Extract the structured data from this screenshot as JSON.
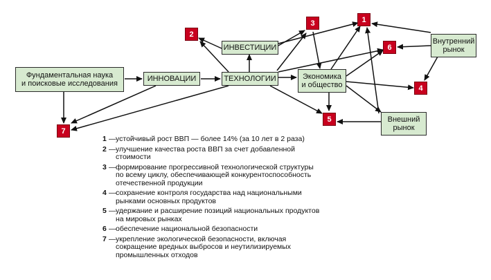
{
  "nodes": {
    "fundamental": "Фундаментальная наука\nи поисковые исследования",
    "innovations": "ИННОВАЦИИ",
    "investments": "ИНВЕСТИЦИИ",
    "technologies": "ТЕХНОЛОГИИ",
    "economy": "Экономика\nи общество",
    "internal_market": "Внутренний\nрынок",
    "external_market": "Внешний\nрынок"
  },
  "badges": [
    "1",
    "2",
    "3",
    "4",
    "5",
    "6",
    "7"
  ],
  "legend": [
    {
      "num": "1",
      "text": "устойчивый рост ВВП — более 14% (за 10 лет в 2 раза)"
    },
    {
      "num": "2",
      "text": "улучшение качества роста ВВП за счет добавленной\nстоимости"
    },
    {
      "num": "3",
      "text": "формирование прогрессивной технологической структуры\nпо всему циклу, обеспечивающей конкурентоспособность\nотечественной продукции"
    },
    {
      "num": "4",
      "text": "сохранение контроля государства над национальными\nрынками основных продуктов"
    },
    {
      "num": "5",
      "text": "удержание и расширение позиций национальных продуктов\nна мировых рынках"
    },
    {
      "num": "6",
      "text": "обеспечение национальной безопасности"
    },
    {
      "num": "7",
      "text": "укрепление экологической безопасности, включая\nсокращение вредных выбросов и неутилизируемых\nпромышленных отходов"
    }
  ],
  "colors": {
    "box_fill": "#d7ead0",
    "badge": "#c8001e",
    "arrow": "#111111"
  }
}
